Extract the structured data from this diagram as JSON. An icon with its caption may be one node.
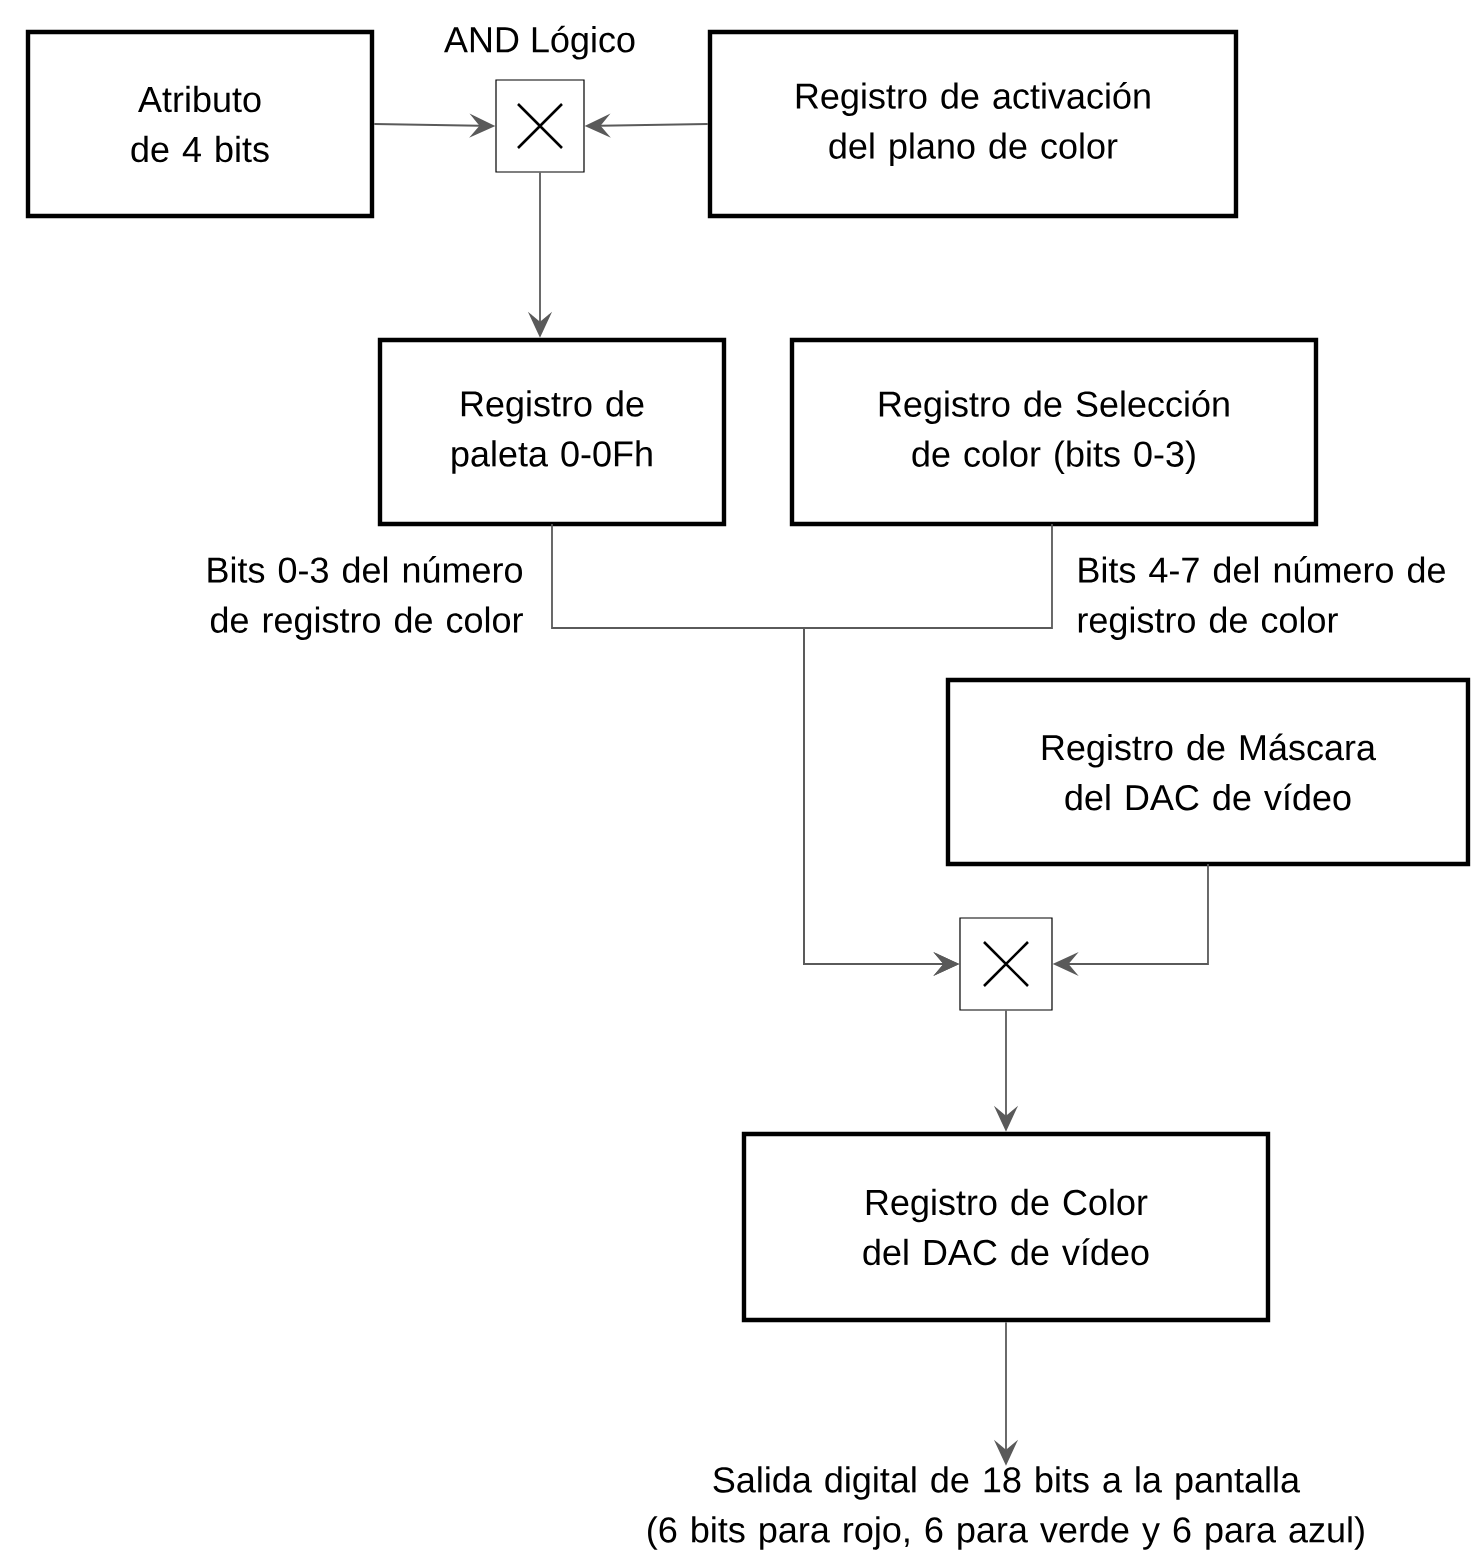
{
  "diagram": {
    "nodes": [
      {
        "text": [
          "Atributo de 4 bits"
        ]
      },
      {
        "text": [
          "AND Lógico"
        ]
      },
      {
        "text": [
          "Registro de activación del plano de color"
        ]
      },
      {
        "text": [
          "Registro de paleta 0-0Fh"
        ]
      },
      {
        "text": [
          "Registro de Selección de color (bits 0-3)"
        ]
      },
      {
        "text": [
          "Registro de Máscara del DAC de vídeo"
        ]
      },
      {
        "text": [],
        "shape": "box"
      },
      {
        "text": [
          "Registro de Color del DAC de vídeo"
        ]
      },
      {
        "text": [
          "Salida digital de 18 bits a la pantalla",
          "(6 bits para rojo, 6 para verde y 6 para azul)"
        ]
      }
    ],
    "edges": [
      {
        "from": 0,
        "to": 1,
        "arrow": "to"
      },
      {
        "from": 2,
        "to": 1,
        "arrow": "to"
      },
      {
        "from": 1,
        "to": 3,
        "arrow": "to"
      },
      {
        "from": 3,
        "to": 6,
        "arrow": "to"
      },
      {
        "from": 4,
        "to": 6,
        "arrow": "to"
      },
      {
        "from": 5,
        "to": 6,
        "arrow": "to"
      },
      {
        "from": 6,
        "to": 7,
        "arrow": "to"
      },
      {
        "from": 7,
        "to": 8,
        "arrow": "to"
      }
    ],
    "labels": [
      "Bits 0-3 del número de registro de color",
      "Bits 4-7 del número de registro de color"
    ]
  }
}
